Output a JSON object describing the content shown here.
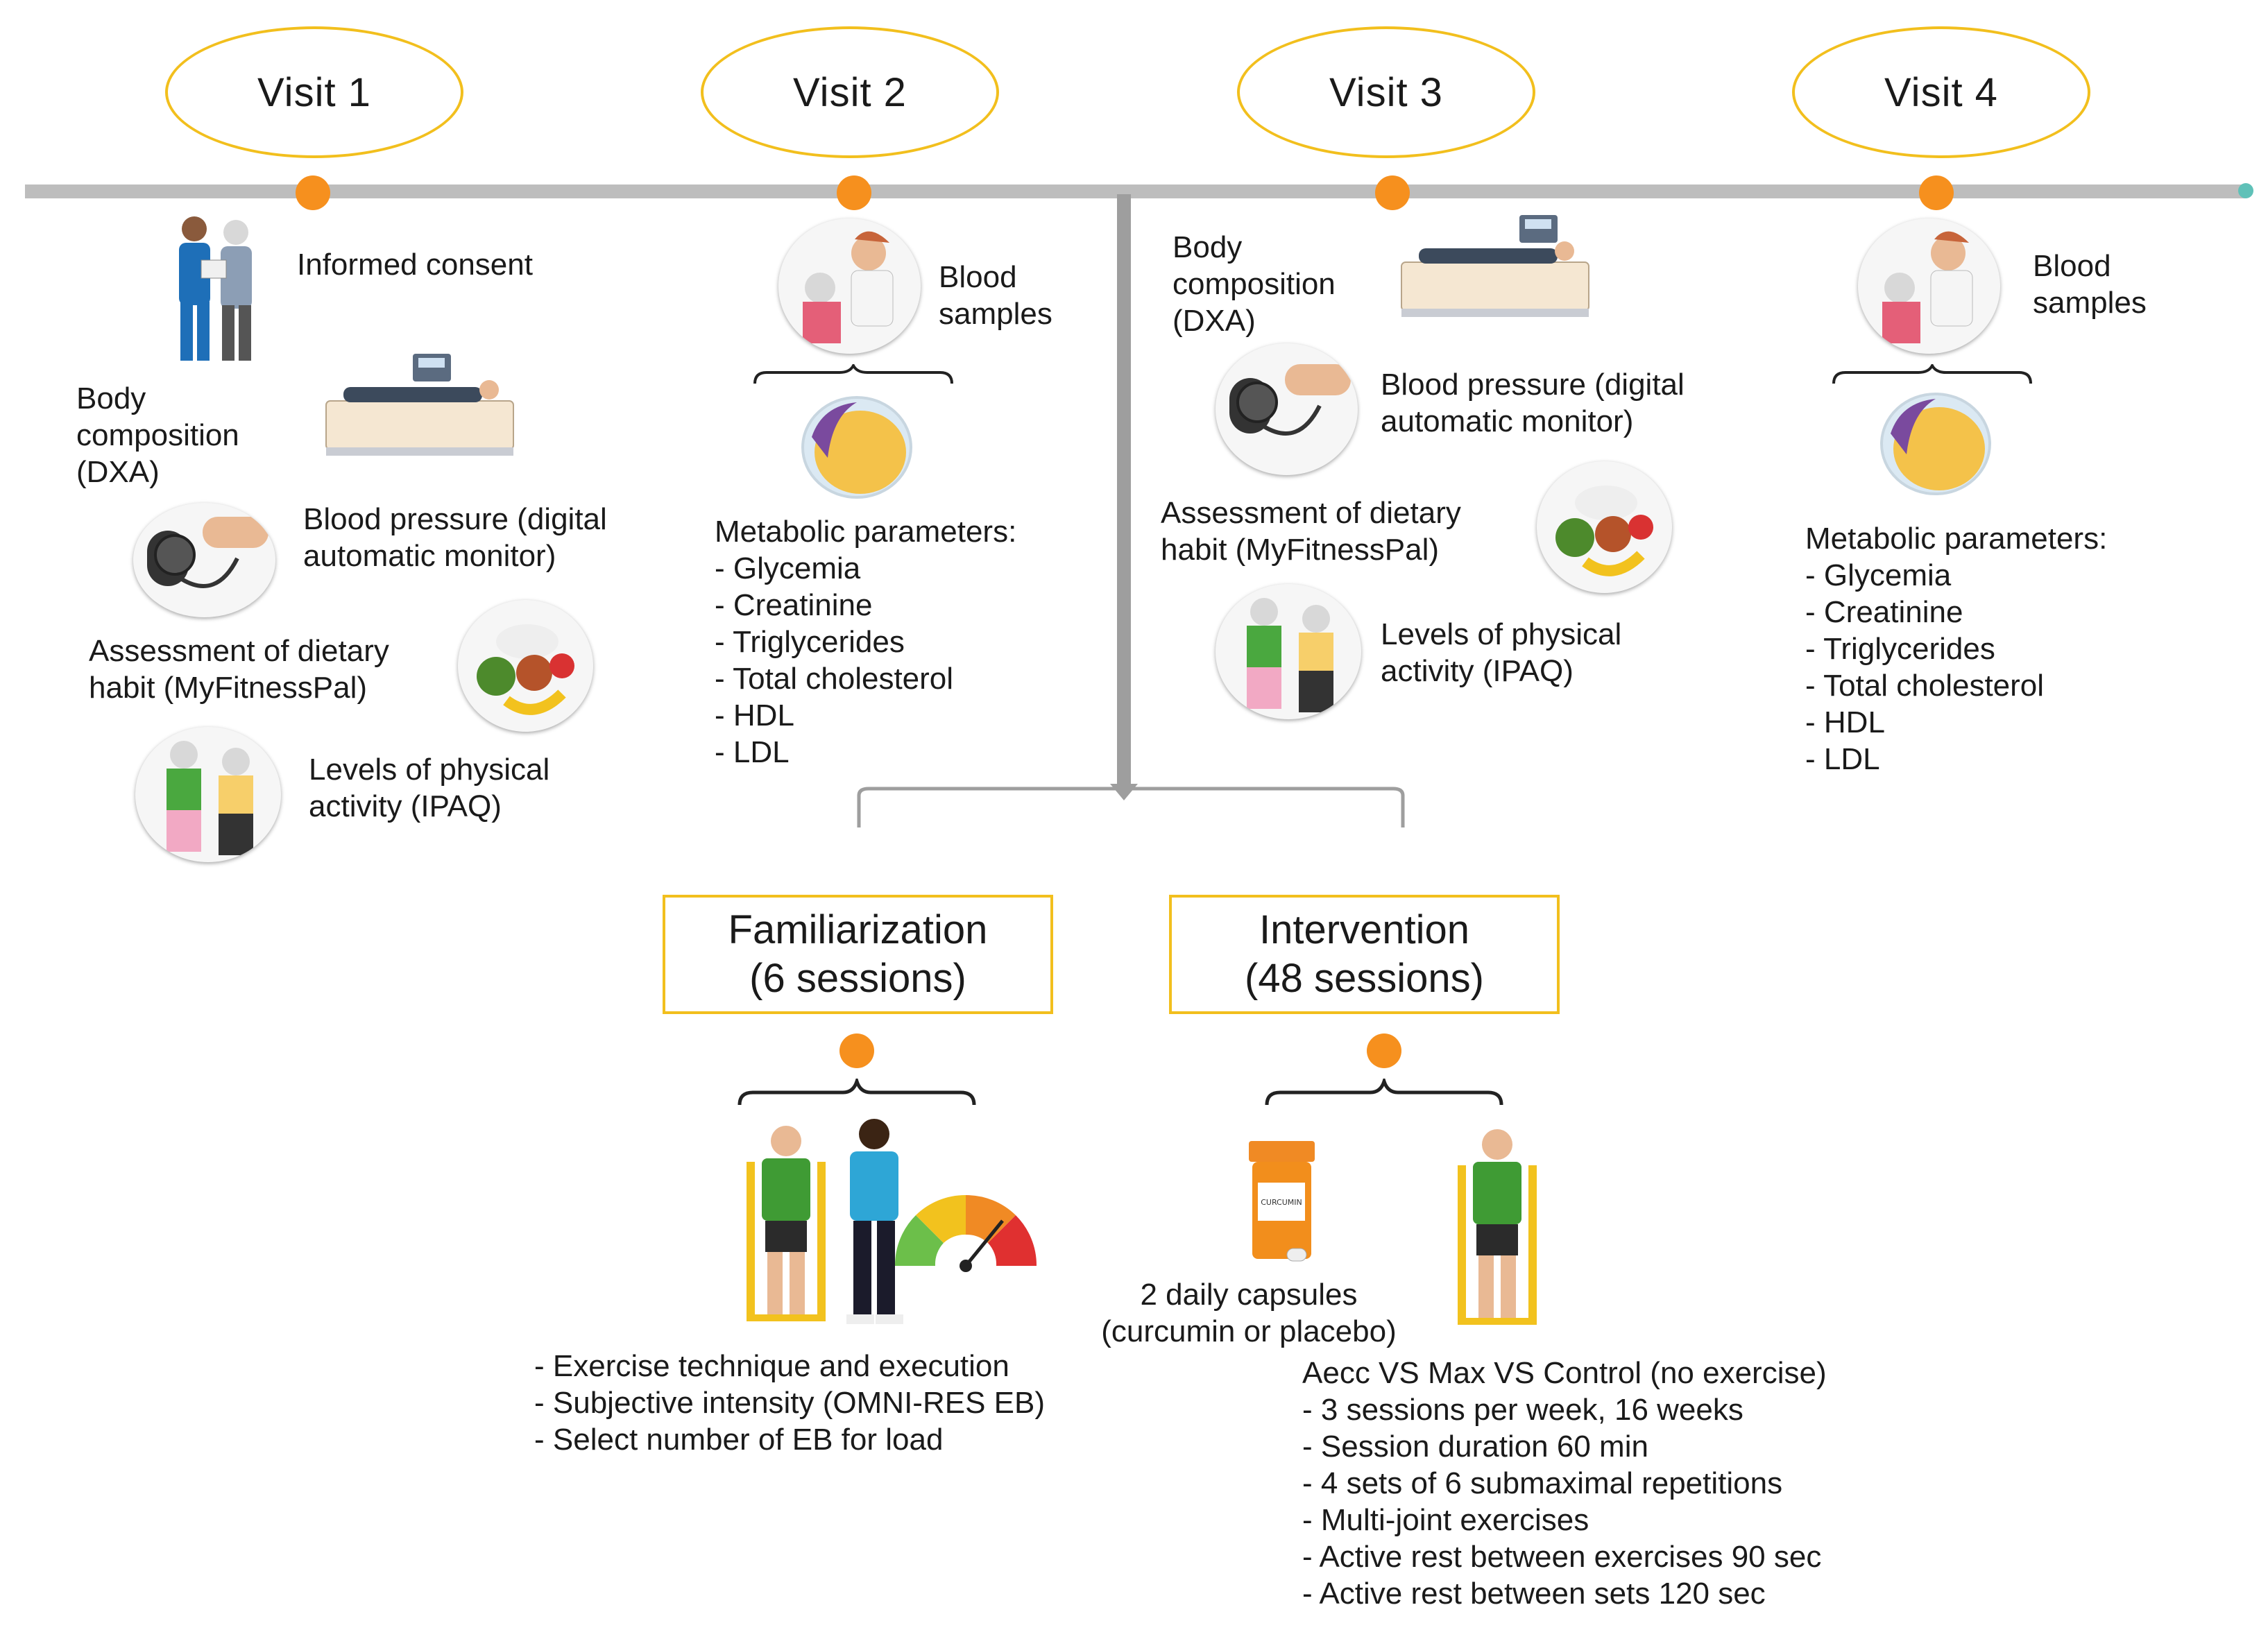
{
  "visits": [
    {
      "label": "Visit 1"
    },
    {
      "label": "Visit 2"
    },
    {
      "label": "Visit 3"
    },
    {
      "label": "Visit 4"
    }
  ],
  "visit1": {
    "informed_consent": "Informed consent",
    "body_comp": [
      "Body",
      "composition",
      "(DXA)"
    ],
    "blood_pressure": [
      "Blood pressure (digital",
      "automatic monitor)"
    ],
    "dietary": [
      "Assessment of dietary",
      "habit (MyFitnessPal)"
    ],
    "physical": [
      "Levels of physical",
      "activity (IPAQ)"
    ]
  },
  "visit2": {
    "blood": [
      "Blood",
      "samples"
    ],
    "metabolic_title": "Metabolic parameters:",
    "metabolic_items": [
      "Glycemia",
      "Creatinine",
      "Triglycerides",
      "Total cholesterol",
      "HDL",
      "LDL"
    ]
  },
  "visit3": {
    "body_comp": [
      "Body",
      "composition",
      "(DXA)"
    ],
    "blood_pressure": [
      "Blood pressure (digital",
      "automatic monitor)"
    ],
    "dietary": [
      "Assessment of dietary",
      "habit (MyFitnessPal)"
    ],
    "physical": [
      "Levels of physical",
      "activity (IPAQ)"
    ]
  },
  "visit4": {
    "blood": [
      "Blood",
      "samples"
    ],
    "metabolic_title": "Metabolic parameters:",
    "metabolic_items": [
      "Glycemia",
      "Creatinine",
      "Triglycerides",
      "Total cholesterol",
      "HDL",
      "LDL"
    ]
  },
  "familiarization": {
    "title": [
      "Familiarization",
      "(6 sessions)"
    ],
    "items": [
      "Exercise technique and execution",
      "Subjective intensity (OMNI-RES EB)",
      "Select number of EB for load"
    ]
  },
  "intervention": {
    "title": [
      "Intervention",
      "(48 sessions)"
    ],
    "capsules": [
      "2 daily capsules",
      "(curcumin or placebo)"
    ],
    "bottle_label": "CURCUMIN",
    "groups": "Aecc VS Max VS Control (no exercise)",
    "items": [
      "3 sessions per week, 16 weeks",
      "Session duration 60 min",
      "4 sets of 6 submaximal repetitions",
      "Multi-joint exercises",
      "Active rest between exercises 90 sec",
      "Active rest between sets 120 sec"
    ]
  },
  "colors": {
    "accent": "#f2bf1d",
    "dot": "#f6901e",
    "timeline": "#bdbdbd",
    "vertical": "#9e9e9e"
  }
}
